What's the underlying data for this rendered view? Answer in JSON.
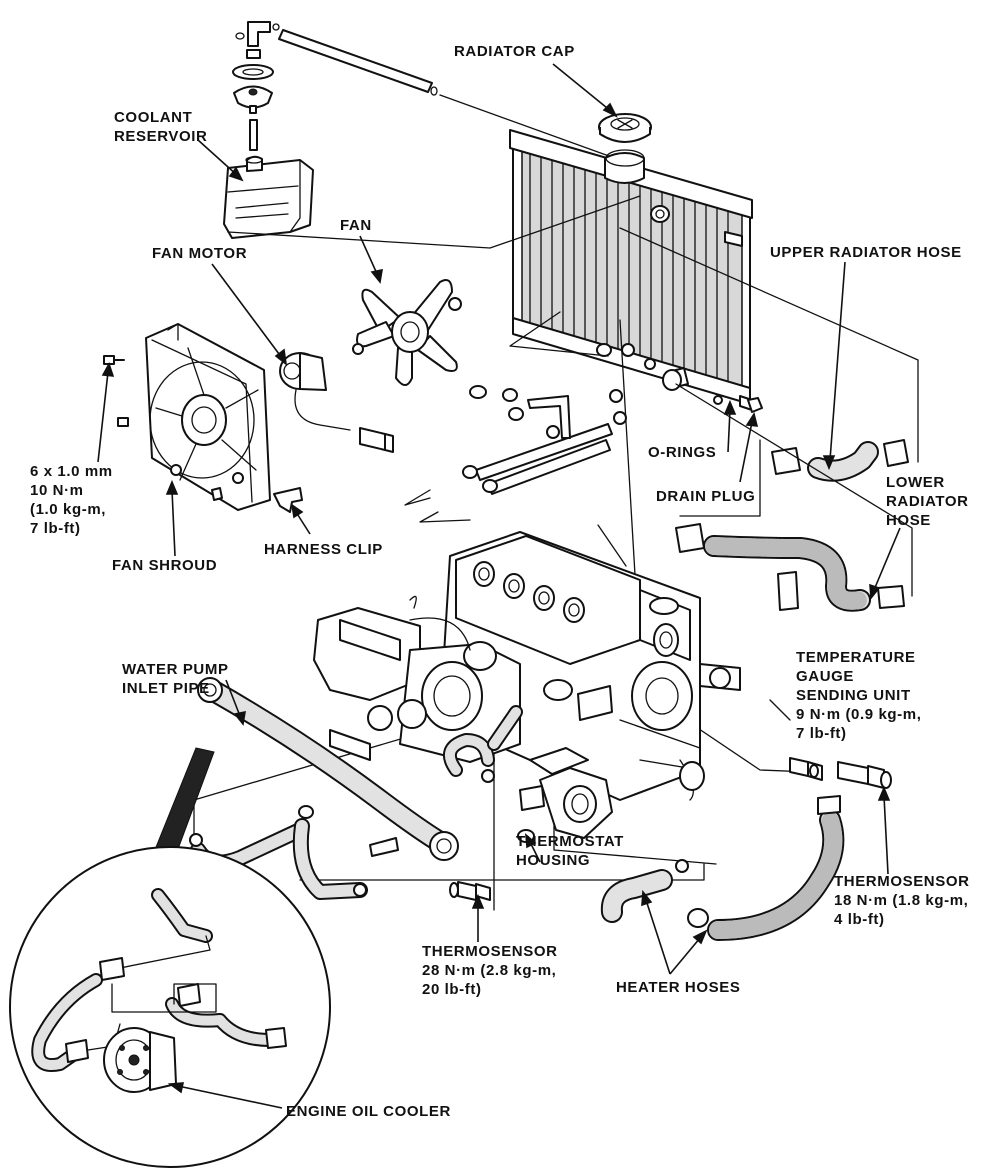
{
  "labels": {
    "radiator_cap": [
      "RADIATOR CAP"
    ],
    "coolant_reservoir": [
      "COOLANT",
      "RESERVOIR"
    ],
    "fan": [
      "FAN"
    ],
    "fan_motor": [
      "FAN MOTOR"
    ],
    "upper_radiator_hose": [
      "UPPER RADIATOR HOSE"
    ],
    "mounting_bolt_spec": [
      "6 x 1.0 mm",
      "10 N·m",
      "(1.0 kg-m,",
      "7 lb-ft)"
    ],
    "o_rings": [
      "O-RINGS"
    ],
    "drain_plug": [
      "DRAIN PLUG"
    ],
    "lower_radiator_hose": [
      "LOWER",
      "RADIATOR",
      "HOSE"
    ],
    "fan_shroud": [
      "FAN SHROUD"
    ],
    "harness_clip": [
      "HARNESS CLIP"
    ],
    "temperature_gauge_sending_unit": [
      "TEMPERATURE",
      "GAUGE",
      "SENDING UNIT",
      "9 N·m (0.9 kg-m,",
      "7 lb-ft)"
    ],
    "water_pump_inlet_pipe": [
      "WATER PUMP",
      "INLET PIPE"
    ],
    "thermostat_housing": [
      "THERMOSTAT",
      "HOUSING"
    ],
    "thermosensor_right": [
      "THERMOSENSOR",
      "18 N·m (1.8 kg-m,",
      "4 lb-ft)"
    ],
    "thermosensor_bottom": [
      "THERMOSENSOR",
      "28 N·m (2.8 kg-m,",
      "20 lb-ft)"
    ],
    "heater_hoses": [
      "HEATER HOSES"
    ],
    "engine_oil_cooler": [
      "ENGINE OIL COOLER"
    ]
  },
  "icons": [
    "radiator",
    "radiator-cap",
    "coolant-reservoir",
    "fan",
    "fan-motor",
    "fan-shroud",
    "engine-block",
    "hose",
    "hose-clamp",
    "thermosensor",
    "oil-cooler"
  ],
  "colors": {
    "ink": "#111111",
    "paper": "#ffffff"
  }
}
